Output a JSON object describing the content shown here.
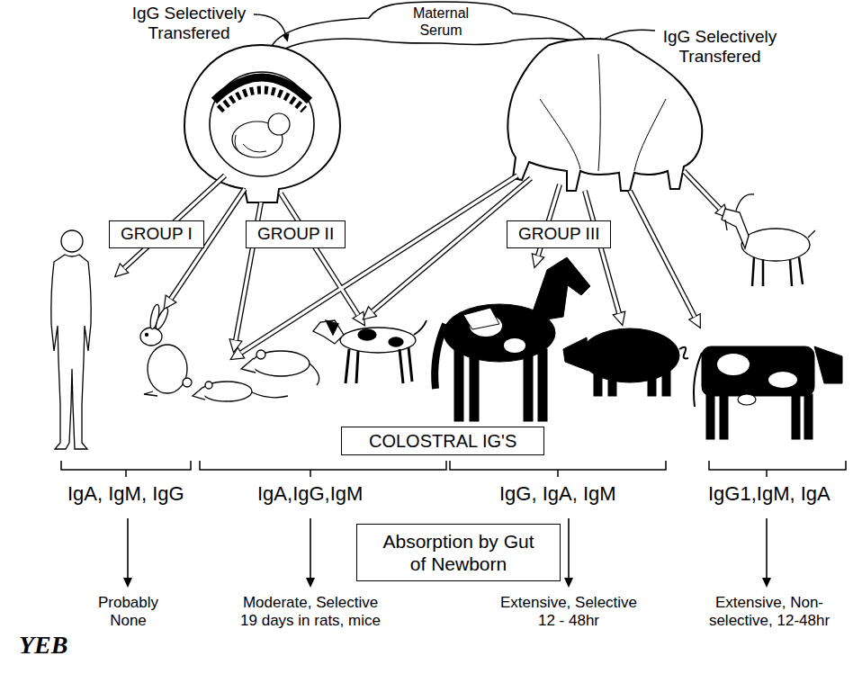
{
  "diagram": {
    "nodes": [
      {
        "text": [
          "GROUP I"
        ]
      },
      {
        "text": [
          "GROUP II"
        ]
      },
      {
        "text": [
          "GROUP III"
        ]
      },
      {
        "text": [
          "COLOSTRAL IG'S"
        ]
      },
      {
        "text": [
          "Absorption by Gut of Newborn"
        ]
      }
    ],
    "labels": [
      "Maternal Serum",
      "IgG Selectively Transfered",
      "IgG Selectively Transfered",
      "IgA, IgM, IgG",
      "IgA,IgG,IgM",
      "IgG, IgA, IgM",
      "IgG1,IgM, IgA",
      "Probably None",
      "Moderate, Selective 19 days in rats, mice",
      "Extensive, Selective 12 - 48hr",
      "Extensive, Non-selective, 12-48hr",
      "YEB"
    ]
  }
}
